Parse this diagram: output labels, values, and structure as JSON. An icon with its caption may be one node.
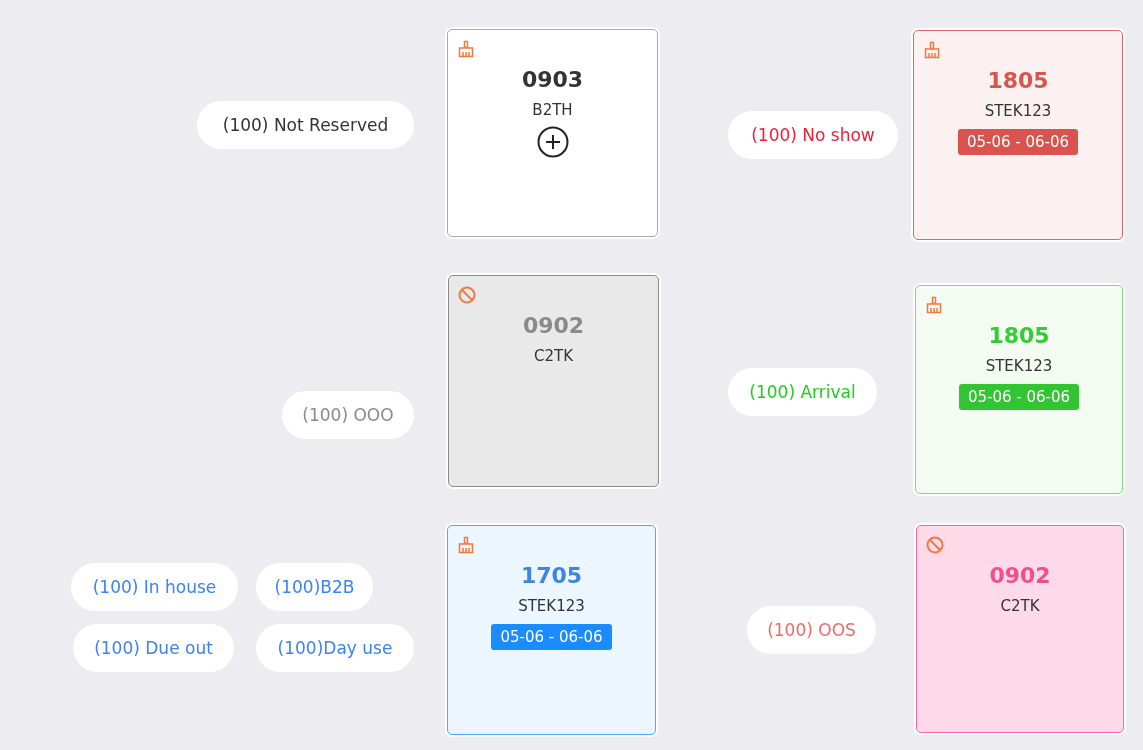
{
  "diagram": {
    "nodes": [
      {
        "text": [
          "(100) Not Reserved"
        ]
      },
      {
        "text": [
          "0903",
          "B2TH"
        ]
      },
      {
        "text": [
          "(100) No show"
        ]
      },
      {
        "text": [
          "1805",
          "STEK123",
          "05-06 - 06-06"
        ]
      },
      {
        "text": [
          "(100) OOO"
        ]
      },
      {
        "text": [
          "0902",
          "C2TK"
        ]
      },
      {
        "text": [
          "(100) Arrival"
        ]
      },
      {
        "text": [
          "1805",
          "STEK123",
          "05-06 - 06-06"
        ]
      },
      {
        "text": [
          "(100) In house"
        ]
      },
      {
        "text": [
          "(100)B2B"
        ]
      },
      {
        "text": [
          "(100) Due out"
        ]
      },
      {
        "text": [
          "(100)Day use"
        ]
      },
      {
        "text": [
          "1705",
          "STEK123",
          "05-06 - 06-06"
        ]
      },
      {
        "text": [
          "(100) OOS"
        ]
      },
      {
        "text": [
          "0902",
          "C2TK"
        ]
      }
    ]
  }
}
